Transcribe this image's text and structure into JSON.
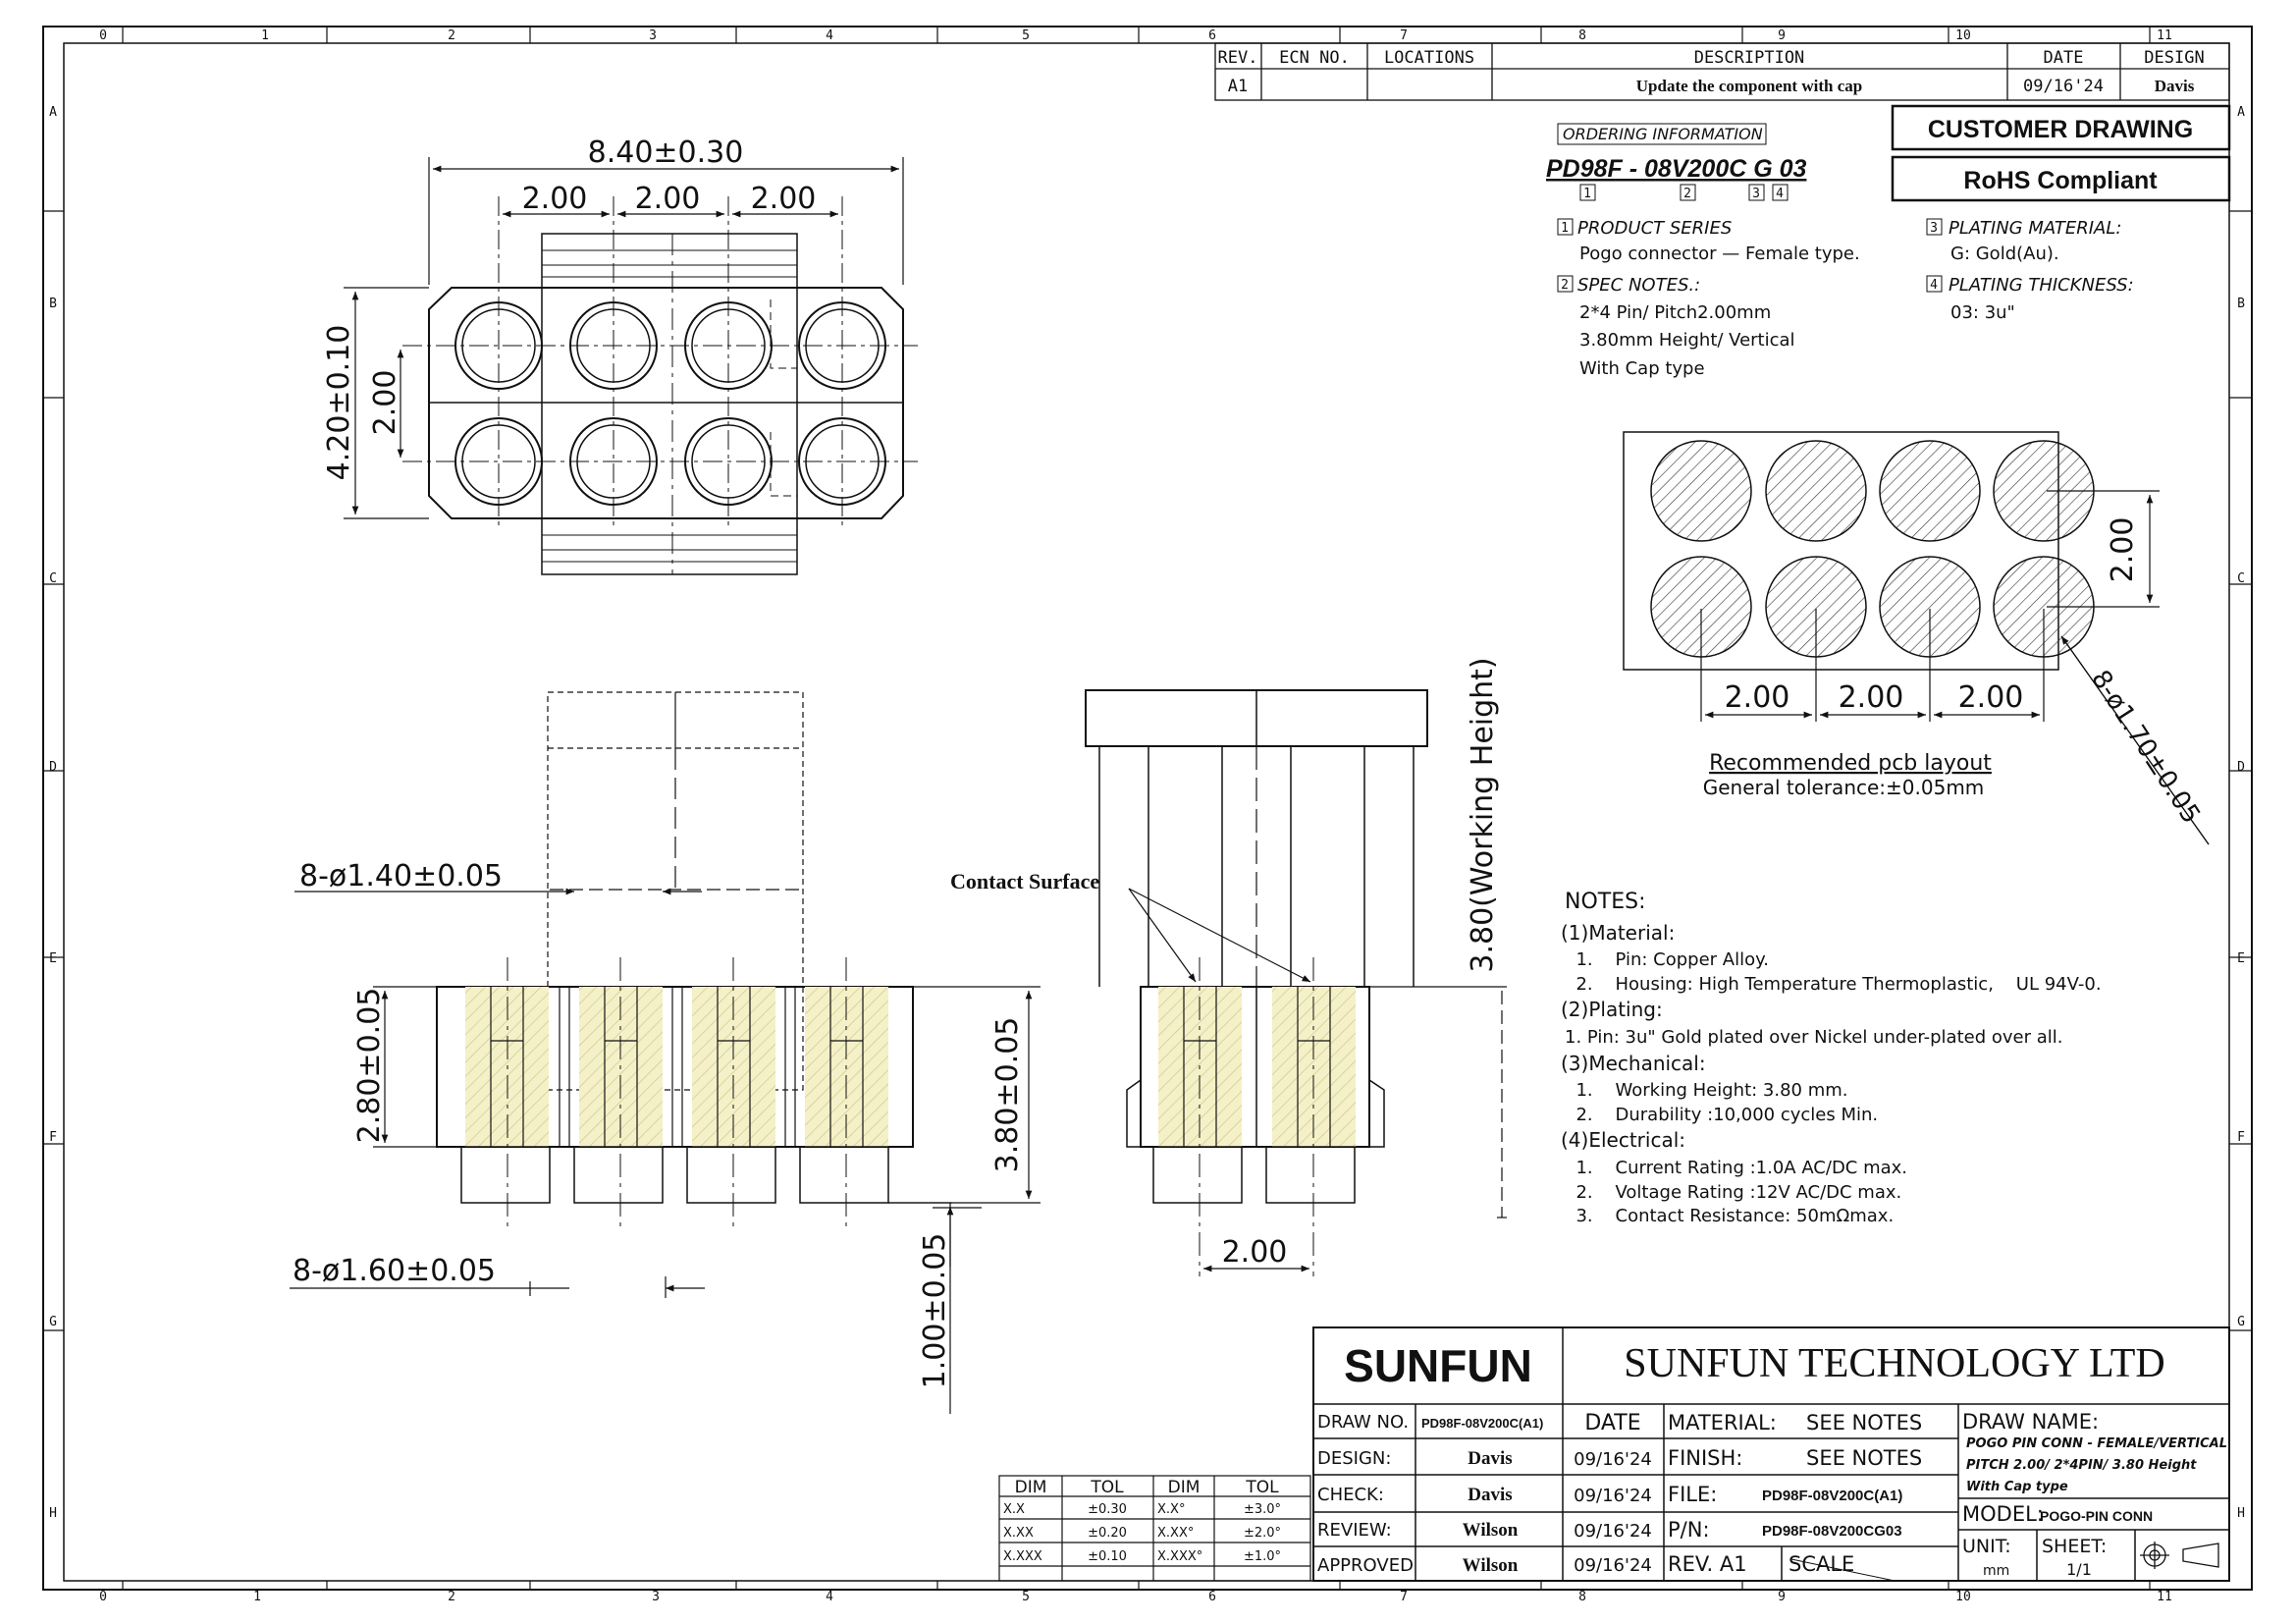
{
  "border": {
    "top_numbers": [
      "0",
      "1",
      "2",
      "3",
      "4",
      "5",
      "6",
      "7",
      "8",
      "9",
      "10",
      "11"
    ],
    "bottom_numbers": [
      "0",
      "1",
      "2",
      "3",
      "4",
      "5",
      "6",
      "7",
      "8",
      "9",
      "10",
      "11"
    ],
    "left_letters": [
      "A",
      "B",
      "C",
      "D",
      "E",
      "F",
      "G",
      "H"
    ],
    "right_letters": [
      "A",
      "B",
      "C",
      "D",
      "E",
      "F",
      "G",
      "H"
    ]
  },
  "revision_table": {
    "headers": [
      "REV.",
      "ECN NO.",
      "LOCATIONS",
      "DESCRIPTION",
      "DATE",
      "DESIGN"
    ],
    "row": {
      "rev": "A1",
      "ecn": "",
      "locations": "",
      "description": "Update the component with cap",
      "date": "09/16'24",
      "design": "Davis"
    }
  },
  "badges": {
    "customer": "CUSTOMER DRAWING",
    "rohs": "RoHS Compliant"
  },
  "ordering": {
    "heading": "ORDERING INFORMATION",
    "part_number": "PD98F - 08V200C G 03",
    "markers": [
      "1",
      "2",
      "3",
      "4"
    ],
    "product_series_title": "PRODUCT SERIES",
    "product_series_text": "Pogo connector — Female type.",
    "spec_notes_title": "SPEC NOTES.:",
    "spec_lines": [
      "2*4 Pin/ Pitch2.00mm",
      "3.80mm Height/ Vertical",
      "With Cap type"
    ],
    "plating_material_title": "PLATING MATERIAL:",
    "plating_material_text": "G:  Gold(Au).",
    "plating_thickness_title": "PLATING THICKNESS:",
    "plating_thickness_text": "03:  3u\""
  },
  "top_view": {
    "overall_width": "8.40±0.30",
    "pitch_labels": [
      "2.00",
      "2.00",
      "2.00"
    ],
    "overall_height": "4.20±0.10",
    "row_pitch": "2.00"
  },
  "pcb_layout": {
    "row_pitch": "2.00",
    "pitch_labels": [
      "2.00",
      "2.00",
      "2.00"
    ],
    "hole_callout": "8-ø1.70±0.05",
    "title": "Recommended pcb layout",
    "tolerance": "General tolerance:±0.05mm"
  },
  "front_view": {
    "hole_upper": "8-ø1.40±0.05",
    "hole_lower": "8-ø1.60±0.05",
    "body_height": "2.80±0.05",
    "total_height": "3.80±0.05",
    "tail_length": "1.00±0.05"
  },
  "side_view": {
    "contact_surface": "Contact Surface",
    "working_height": "3.80(Working Height)",
    "pitch": "2.00"
  },
  "notes": {
    "title": "NOTES:",
    "lines": [
      "(1)Material:",
      "  1.    Pin: Copper Alloy.",
      "  2.    Housing: High Temperature Thermoplastic,    UL 94V-0.",
      "(2)Plating:",
      "1. Pin: 3u\" Gold plated over Nickel under-plated over all.",
      "(3)Mechanical:",
      "  1.    Working Height: 3.80 mm.",
      "  2.    Durability :10,000 cycles Min.",
      "(4)Electrical:",
      "  1.    Current Rating :1.0A AC/DC max.",
      "  2.    Voltage Rating :12V AC/DC max.",
      "  3.    Contact Resistance: 50mΩmax."
    ]
  },
  "tolerance_table": {
    "headers": [
      "DIM",
      "TOL",
      "DIM",
      "TOL"
    ],
    "rows": [
      [
        "X.X",
        "±0.30",
        "X.X°",
        "±3.0°"
      ],
      [
        "X.XX",
        "±0.20",
        "X.XX°",
        "±2.0°"
      ],
      [
        "X.XXX",
        "±0.10",
        "X.XXX°",
        "±1.0°"
      ]
    ]
  },
  "title_block": {
    "logo": "SUNFUN",
    "company": "SUNFUN TECHNOLOGY LTD",
    "draw_no_label": "DRAW NO.",
    "draw_no_value": "PD98F-08V200C(A1)",
    "date_header": "DATE",
    "design_label": "DESIGN:",
    "design_value": "Davis",
    "design_date": "09/16'24",
    "check_label": "CHECK:",
    "check_value": "Davis",
    "check_date": "09/16'24",
    "review_label": "REVIEW:",
    "review_value": "Wilson",
    "review_date": "09/16'24",
    "approved_label": "APPROVED",
    "approved_value": "Wilson",
    "approved_date": "09/16'24",
    "material_label": "MATERIAL:",
    "material_value": "SEE NOTES",
    "finish_label": "FINISH:",
    "finish_value": "SEE NOTES",
    "file_label": "FILE:",
    "file_value": "PD98F-08V200C(A1)",
    "pn_label": "P/N:",
    "pn_value": "PD98F-08V200CG03",
    "rev_label": "REV. A1",
    "scale_label": "SCALE",
    "draw_name_label": "DRAW NAME:",
    "draw_name_lines": [
      "POGO PIN CONN - FEMALE/VERTICAL",
      "PITCH 2.00/ 2*4PIN/ 3.80 Height",
      "With Cap type"
    ],
    "model_label": "MODEL:",
    "model_value": "POGO-PIN CONN",
    "unit_label": "UNIT:",
    "unit_value": "mm",
    "sheet_label": "SHEET:",
    "sheet_value": "1/1"
  }
}
